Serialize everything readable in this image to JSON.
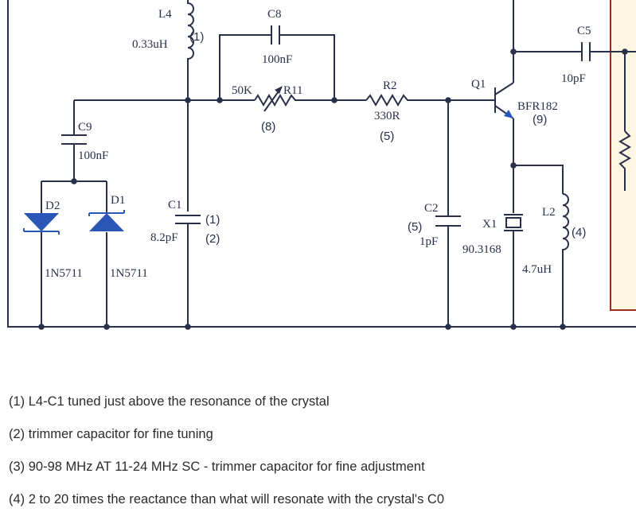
{
  "components": {
    "l4": {
      "ref": "L4",
      "value": "0.33uH",
      "note": "(1)"
    },
    "c8": {
      "ref": "C8",
      "value": "100nF"
    },
    "r11": {
      "ref": "R11",
      "value": "50K",
      "note": "(8)"
    },
    "r2": {
      "ref": "R2",
      "value": "330R",
      "note": "(5)"
    },
    "q1": {
      "ref": "Q1",
      "value": "BFR182",
      "note": "(9)"
    },
    "c5": {
      "ref": "C5",
      "value": "10pF"
    },
    "c9": {
      "ref": "C9",
      "value": "100nF"
    },
    "d2": {
      "ref": "D2",
      "value": "1N5711"
    },
    "d1": {
      "ref": "D1",
      "value": "1N5711"
    },
    "c1": {
      "ref": "C1",
      "value": "8.2pF",
      "note1": "(1)",
      "note2": "(2)"
    },
    "c2": {
      "ref": "C2",
      "value": "1pF",
      "note": "(5)"
    },
    "x1": {
      "ref": "X1",
      "value": "90.3168"
    },
    "l2": {
      "ref": "L2",
      "value": "4.7uH",
      "note": "(4)"
    }
  },
  "notes": [
    "(1) L4-C1 tuned just above the resonance of the crystal",
    "(2) trimmer capacitor for fine tuning",
    "(3) 90-98 MHz AT 11-24 MHz SC - trimmer capacitor for fine adjustment",
    "(4) 2 to 20 times the reactance than what will resonate with the crystal's C0"
  ],
  "colors": {
    "wire": "#2a2f4a",
    "symbol_blue": "#2a56b8",
    "box_fill": "#fdf6e3",
    "box_border": "#a52a1a"
  }
}
